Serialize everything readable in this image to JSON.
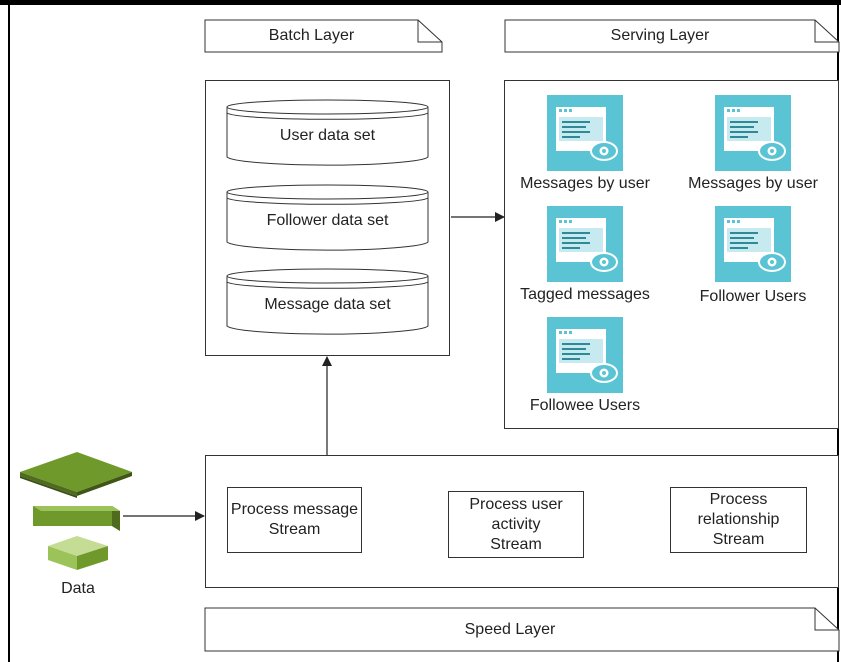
{
  "layers": {
    "batch": "Batch Layer",
    "serving": "Serving Layer",
    "speed": "Speed Layer"
  },
  "datasets": [
    "User data set",
    "Follower data set",
    "Message data set"
  ],
  "views": [
    {
      "label": "Messages by user"
    },
    {
      "label": "Messages by user"
    },
    {
      "label": "Tagged messages"
    },
    {
      "label": "Follower Users"
    },
    {
      "label": "Followee Users"
    }
  ],
  "processes": [
    {
      "line1": "Process message",
      "line2": "Stream",
      "line3": ""
    },
    {
      "line1": "Process user",
      "line2": "activity",
      "line3": "Stream"
    },
    {
      "line1": "Process",
      "line2": "relationship",
      "line3": "Stream"
    }
  ],
  "data_source": {
    "label": "Data"
  },
  "colors": {
    "tile": "#5bc4d4",
    "tile_inner": "#ffffff",
    "doc_lines": "#5bc4d4",
    "green_dark": "#4e6b1e",
    "green_mid": "#6f9a2b",
    "green_light": "#9cc35a",
    "green_top": "#c4dc93"
  },
  "icons": {
    "view": "document-eye-icon",
    "database": "cylinder-icon",
    "data": "stacked-layers-icon"
  }
}
